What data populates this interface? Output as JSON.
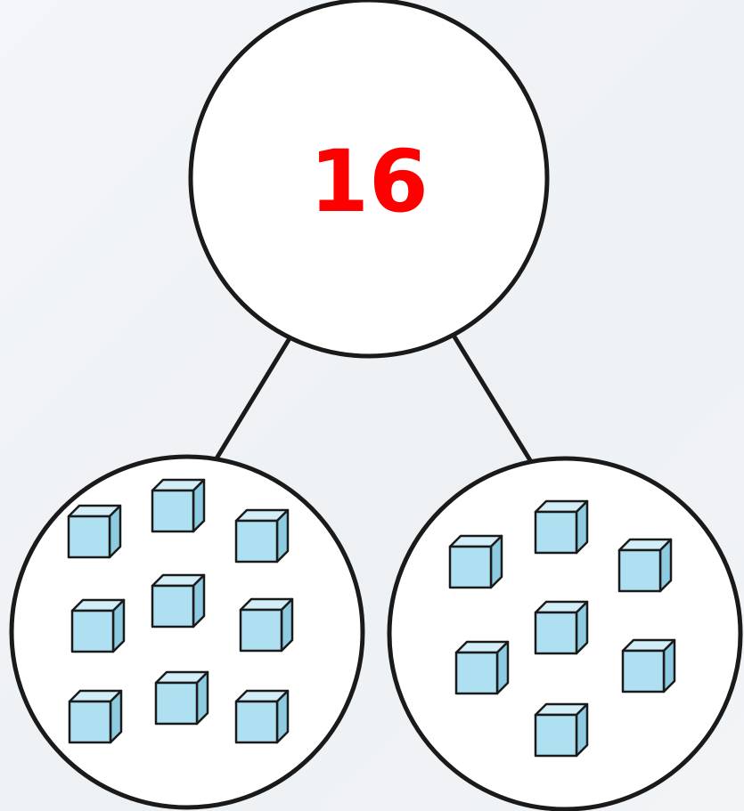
{
  "number_bond": {
    "total": "16",
    "total_color": "#ff0000",
    "parts": [
      {
        "name": "left-part",
        "cube_count": 9
      },
      {
        "name": "right-part",
        "cube_count": 7
      }
    ]
  },
  "colors": {
    "cube_front": "#aee0f1",
    "cube_top": "#d2eef8",
    "cube_side": "#8ccbe0",
    "outline": "#1a1a1a",
    "circle_fill": "#ffffff"
  },
  "icons": [
    "cube-icon"
  ]
}
